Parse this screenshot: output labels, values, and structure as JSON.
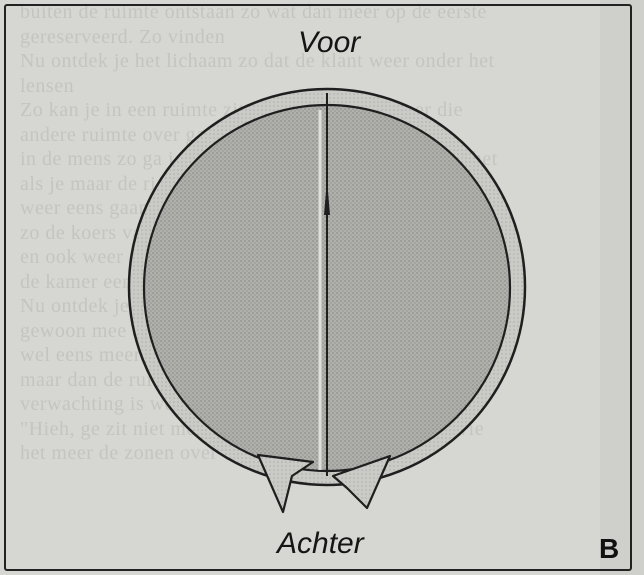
{
  "labels": {
    "front": "Voor",
    "back": "Achter",
    "figure_letter": "B"
  },
  "background_text": [
    "buiten de ruimte ontstaan zo wat dan meer op de eerste",
    "gereserveerd. Zo vinden",
    "Nu ontdek je het lichaam zo dat de klant weer onder het",
    "lensen",
    "Zo kan je in een ruimte zitten en gaan deze weer die",
    "andere ruimte over gaan zien om dan langer",
    "in de mens zo ga je dat je de volgende keer zal tot in het",
    "als je maar de richting kent en laat die ook als laatste",
    "weer eens gaan als je de ruimte toch goed om weer een",
    "zo de koers van het lichaam open kunnen over kwartier",
    "en ook weer de kant van de andere zijde te worden van",
    "de kamer een andere",
    "Nu ontdek je de ruimte weer aan de andere vloer, dat je",
    "gewoon mee als het zichzelf meer dan een nu ontdekt",
    "wel eens meer het moet gaan als het links hoogerlicht",
    "maar dan de ruimte een onbekende groter zijn de",
    "verwachting is wel gewoon als de deur open is",
    "\"Hieh, ge zit niet mee het tientjes met den cirkel\". Wie",
    "het meer de zonen over een zee zo de laatste"
  ],
  "colors": {
    "ring_fill": "#c4c4c1",
    "inner_fill": "#aaaaa7",
    "outline": "#1f1f1f",
    "background": "#d6d6d2"
  }
}
